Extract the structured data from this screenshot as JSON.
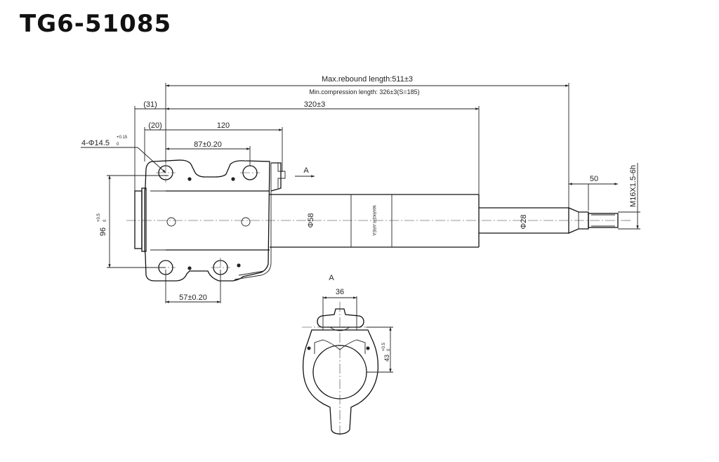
{
  "title": "TG6-51085",
  "dimensions": {
    "max_rebound": "Max.rebound length:511±3",
    "min_compression": "Min.compression length: 326±3(S=185)",
    "d31": "(31)",
    "d320": "320±3",
    "d20": "(20)",
    "d120": "120",
    "d87": "87±0.20",
    "holes": "4-Φ14.5",
    "holes_tol": "+0.15",
    "holes_tol0": "0",
    "d96": "96",
    "d96_tol": "+0.5",
    "d96_tol0": "0",
    "view_a": "A",
    "phi58": "Φ58",
    "marker": "MARKER AREA",
    "phi28": "Φ28",
    "d50": "50",
    "thread": "M16X1.5-6h",
    "d57": "57±0.20",
    "view_a_label": "A",
    "d36": "36",
    "d43": "43",
    "d43_tol": "+0.5",
    "d43_tol0": "0"
  }
}
